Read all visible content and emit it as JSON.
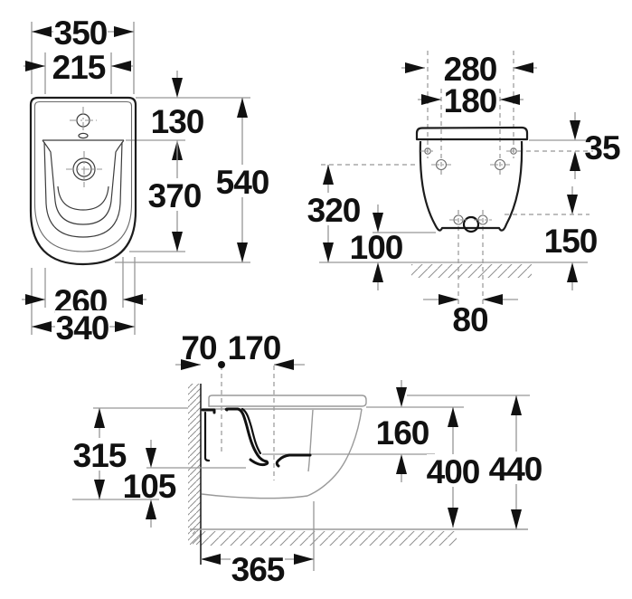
{
  "drawing": {
    "kind": "technical-dimension-diagram",
    "views": {
      "plan": {
        "name": "top-view",
        "dims": [
          "350",
          "215",
          "130",
          "370",
          "540",
          "260",
          "340"
        ]
      },
      "front": {
        "name": "rear-view",
        "dims": [
          "280",
          "180",
          "35",
          "320",
          "100",
          "150",
          "80"
        ]
      },
      "side": {
        "name": "side-section-view",
        "dims": [
          "70",
          "170",
          "315",
          "105",
          "160",
          "400",
          "440",
          "365"
        ]
      }
    },
    "line_colors": {
      "main_outline": "#1c1c1c",
      "dimension_lines": "#969696",
      "section_cut": "#111111"
    },
    "background": "#ffffff"
  }
}
